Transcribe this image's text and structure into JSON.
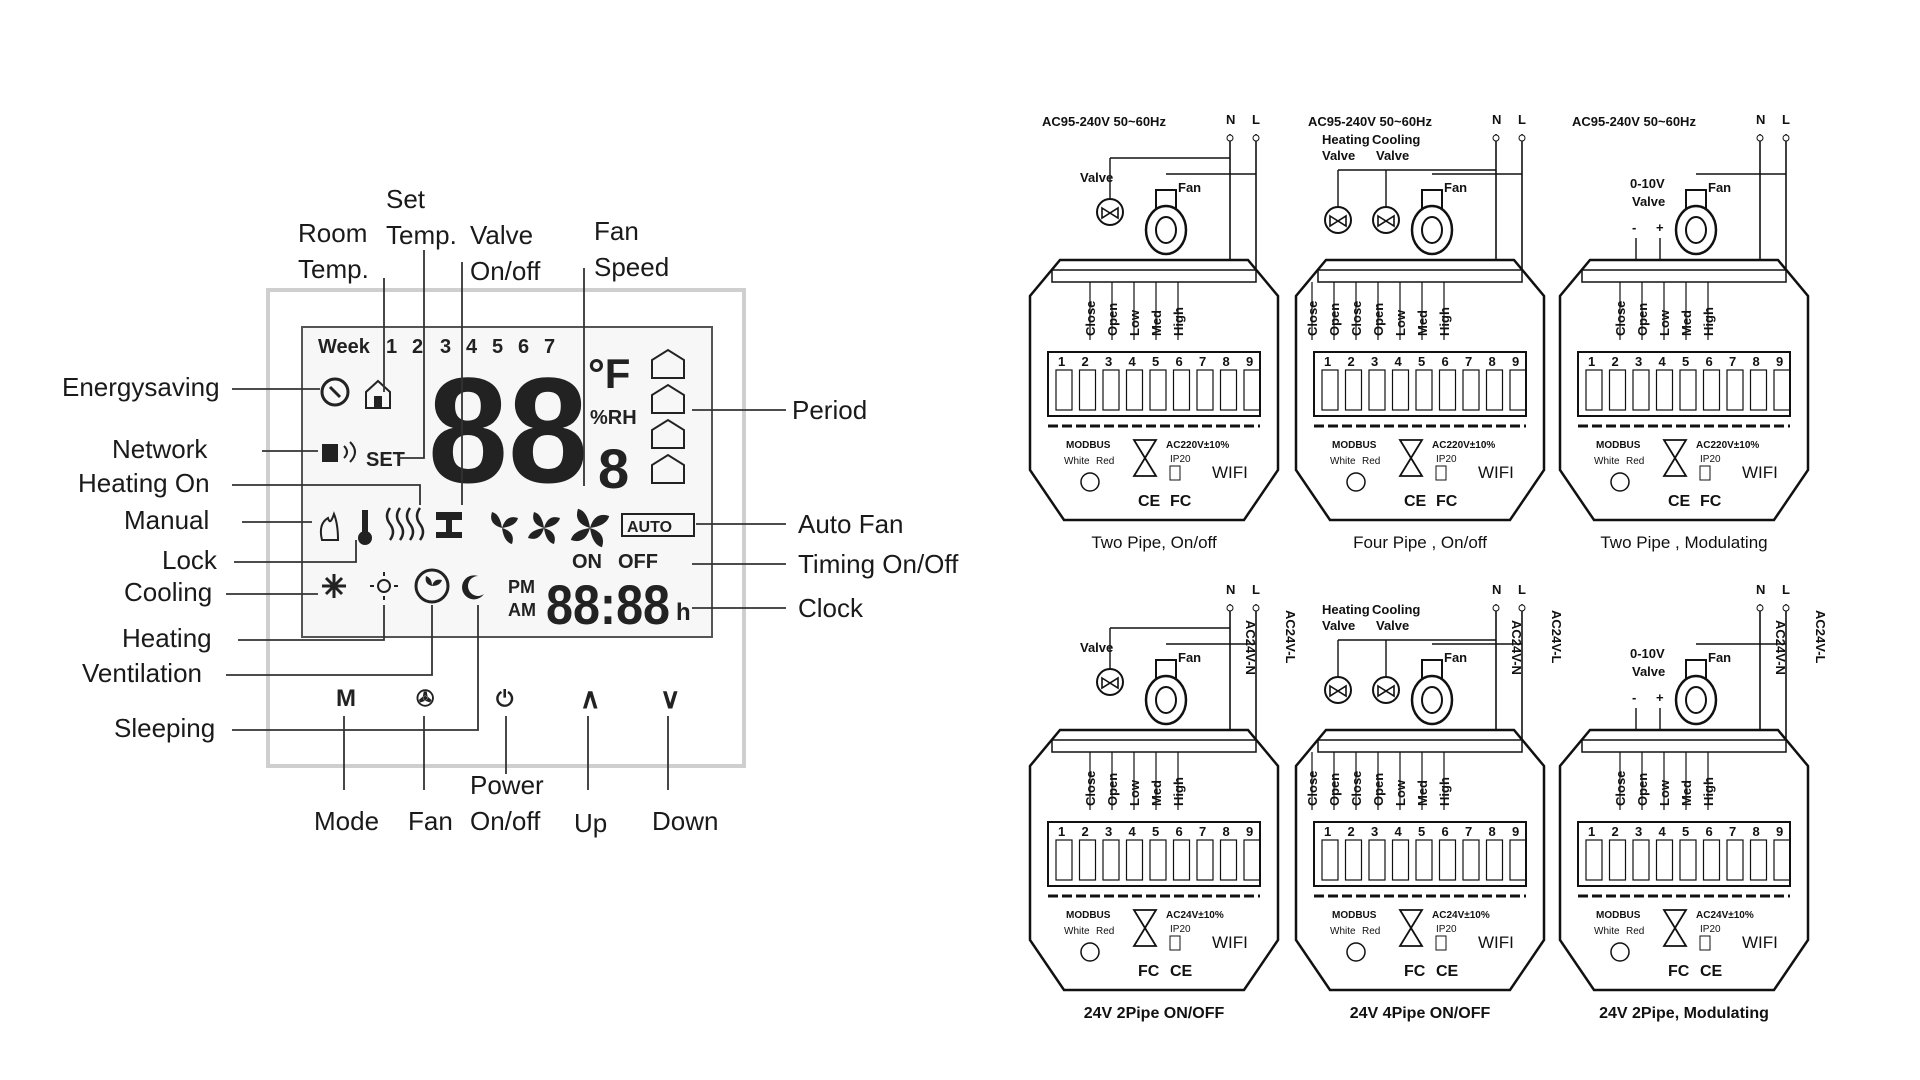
{
  "thermostat": {
    "callouts": {
      "room_temp": [
        "Room",
        "Temp."
      ],
      "set_temp": [
        "Set",
        "Temp."
      ],
      "valve": [
        "Valve",
        "On/off"
      ],
      "fan_speed": [
        "Fan",
        "Speed"
      ],
      "energysaving": "Energysaving",
      "network": "Network",
      "heating_on": "Heating On",
      "manual": "Manual",
      "lock": "Lock",
      "cooling": "Cooling",
      "heating": "Heating",
      "ventilation": "Ventilation",
      "sleeping": "Sleeping",
      "period": "Period",
      "auto_fan": "Auto Fan",
      "timing": "Timing On/Off",
      "clock": "Clock",
      "mode": "Mode",
      "fan": "Fan",
      "power": [
        "Power",
        "On/off"
      ],
      "up": "Up",
      "down": "Down"
    },
    "lcd": {
      "week": "Week",
      "days": [
        "1",
        "2",
        "3",
        "4",
        "5",
        "6",
        "7"
      ],
      "big_digits": "88",
      "unit": "°F",
      "rh": "%RH",
      "small_digit": "8",
      "set": "SET",
      "auto": "AUTO",
      "on": "ON",
      "off": "OFF",
      "pm": "PM",
      "am": "AM",
      "clock_digits": "88:88",
      "h": "h"
    },
    "button_glyphs": [
      "M",
      "✇",
      "⏻",
      "∧",
      "∨"
    ]
  },
  "wiring": {
    "terminal_numbers": [
      "1",
      "2",
      "3",
      "4",
      "5",
      "6",
      "7",
      "8",
      "9"
    ],
    "common": {
      "n": "N",
      "l": "L",
      "modbus": "MODBUS",
      "wifi": "WIFI",
      "white": "White",
      "red": "Red",
      "ip20": "IP20",
      "fan": "Fan",
      "ce": "CE",
      "fc": "FC",
      "minus": "-",
      "plus": "+"
    },
    "panels": [
      {
        "caption": "Two Pipe, On/off",
        "supply": "AC95-240V  50~60Hz",
        "rating": "AC220V±10%",
        "valves": [
          "Valve"
        ],
        "terminals": [
          "Close",
          "Open",
          "Low",
          "Med",
          "High"
        ]
      },
      {
        "caption": "Four Pipe , On/off",
        "supply": "AC95-240V  50~60Hz",
        "rating": "AC220V±10%",
        "valves": [
          "Heating",
          "Valve",
          "Cooling",
          "Valve"
        ],
        "terminals": [
          "Close",
          "Open",
          "Close",
          "Open",
          "Low",
          "Med",
          "High"
        ]
      },
      {
        "caption": "Two Pipe , Modulating",
        "supply": "AC95-240V  50~60Hz",
        "rating": "AC220V±10%",
        "valves": [
          "0-10V",
          "Valve"
        ],
        "terminals": [
          "Close",
          "Open",
          "Low",
          "Med",
          "High"
        ]
      },
      {
        "caption": "24V 2Pipe ON/OFF",
        "rating": "AC24V±10%",
        "v_n": "AC24V-N",
        "v_l": "AC24V-L",
        "valves": [
          "Valve"
        ],
        "terminals": [
          "Close",
          "Open",
          "Low",
          "Med",
          "High"
        ]
      },
      {
        "caption": "24V 4Pipe ON/OFF",
        "rating": "AC24V±10%",
        "v_n": "AC24V-N",
        "v_l": "AC24V-L",
        "valves": [
          "Heating",
          "Valve",
          "Cooling",
          "Valve"
        ],
        "terminals": [
          "Close",
          "Open",
          "Close",
          "Open",
          "Low",
          "Med",
          "High"
        ]
      },
      {
        "caption": "24V 2Pipe, Modulating",
        "rating": "AC24V±10%",
        "v_n": "AC24V-N",
        "v_l": "AC24V-L",
        "valves": [
          "0-10V",
          "Valve"
        ],
        "terminals": [
          "Close",
          "Open",
          "Low",
          "Med",
          "High"
        ]
      }
    ]
  },
  "colors": {
    "ink": "#1a1a1a",
    "lcd_frame": "#cfcfcf",
    "lcd_bg": "#f7f7f7",
    "line": "#333333"
  }
}
